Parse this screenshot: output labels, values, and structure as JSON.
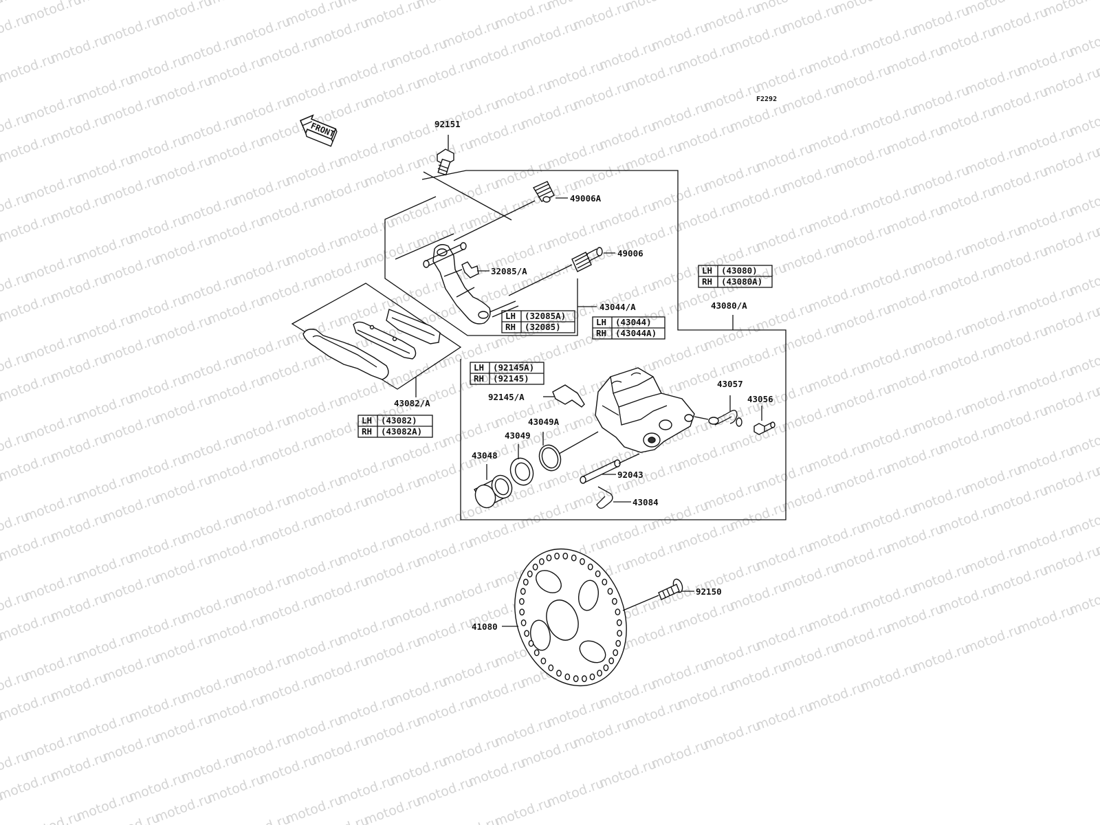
{
  "watermark": "motod.ru",
  "figure_code": "F2292",
  "front_label": "FRONT",
  "callouts": {
    "c92151": "92151",
    "c49006A": "49006A",
    "c49006": "49006",
    "c32085A": "32085/A",
    "c43044A": "43044/A",
    "c43080A": "43080/A",
    "c43082A": "43082/A",
    "c92145A": "92145/A",
    "c43057": "43057",
    "c43056": "43056",
    "c43049A": "43049A",
    "c43049": "43049",
    "c43048": "43048",
    "c92043": "92043",
    "c43084": "43084",
    "c92150": "92150",
    "c41080": "41080"
  },
  "tables": {
    "t43080": {
      "lh": "LH",
      "rh": "RH",
      "lh_val": "(43080)",
      "rh_val": "(43080A)"
    },
    "t32085": {
      "lh": "LH",
      "rh": "RH",
      "lh_val": "(32085A)",
      "rh_val": "(32085)"
    },
    "t43044": {
      "lh": "LH",
      "rh": "RH",
      "lh_val": "(43044)",
      "rh_val": "(43044A)"
    },
    "t92145": {
      "lh": "LH",
      "rh": "RH",
      "lh_val": "(92145A)",
      "rh_val": "(92145)"
    },
    "t43082": {
      "lh": "LH",
      "rh": "RH",
      "lh_val": "(43082)",
      "rh_val": "(43082A)"
    }
  }
}
